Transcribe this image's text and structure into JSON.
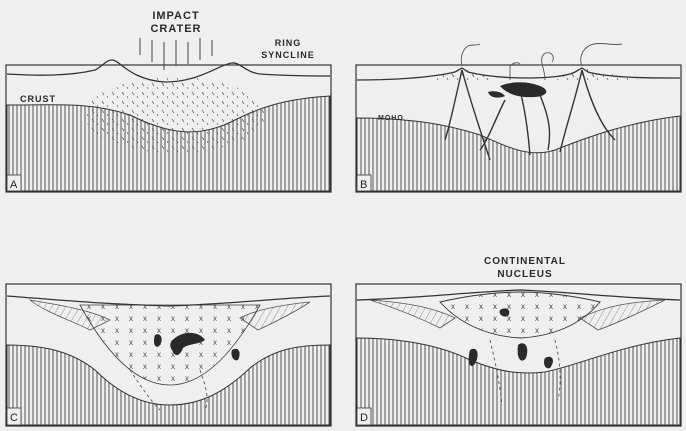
{
  "panels": [
    {
      "letter": "A",
      "labels": {
        "impact_line1": "IMPACT",
        "impact_line2": "CRATER",
        "ring_line1": "RING",
        "ring_line2": "SYNCLINE",
        "crust": "CRUST"
      }
    },
    {
      "letter": "B",
      "labels": {
        "moho": "MOHO"
      }
    },
    {
      "letter": "C",
      "labels": {}
    },
    {
      "letter": "D",
      "labels": {
        "nucleus_line1": "CONTINENTAL",
        "nucleus_line2": "NUCLEUS"
      }
    }
  ],
  "colors": {
    "background": "#efefed",
    "ink": "#2a2a2a",
    "crust_fill": "#f6f6f4",
    "mantle_fill": "#c8c8c4"
  }
}
